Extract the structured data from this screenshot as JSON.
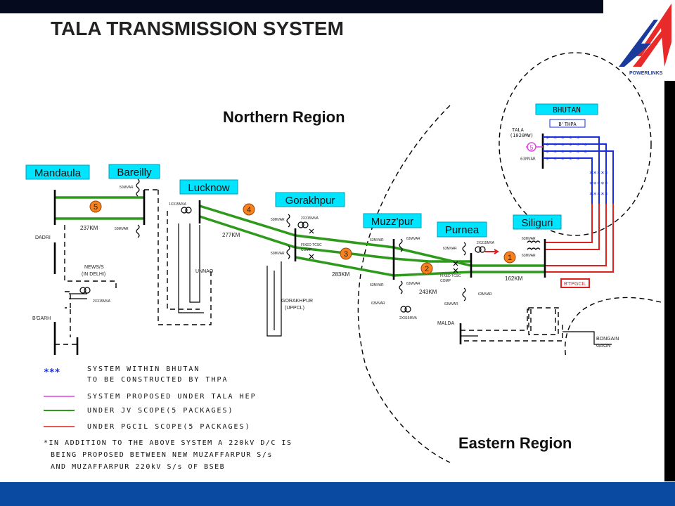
{
  "title": "TALA TRANSMISSION SYSTEM",
  "regions": {
    "northern": "Northern Region",
    "eastern": "Eastern Region"
  },
  "logo_text": "POWERLINKS",
  "substations": {
    "mandaula": "Mandaula",
    "bareilly": "Bareilly",
    "lucknow": "Lucknow",
    "gorakhpur": "Gorakhpur",
    "muzzpur": "Muzz'pur",
    "purnea": "Purnea",
    "siliguri": "Siliguri",
    "bhutan": "BHUTAN"
  },
  "packages": [
    "1",
    "2",
    "3",
    "4",
    "5"
  ],
  "tala_package": "5",
  "small_labels": {
    "dadri": "DADRI",
    "news": "NEWS/S",
    "indelhi": "(IN DELHI)",
    "bgarh": "B'GARH",
    "unnao": "UNNAO",
    "gorakhpur_uppcl_1": "GORAKHPUR",
    "gorakhpur_uppcl_2": "(UPPCL)",
    "malda": "MALDA",
    "bongaigaon_1": "BONGAIN",
    "bongaigaon_2": "GAON",
    "btpgcil": "B'TPGCIL",
    "bithpa": "B'THPA",
    "tala_1": "TALA",
    "tala_2": "(1020MW)"
  },
  "distances": {
    "d1": "237KM",
    "d2": "277KM",
    "d3": "283KM",
    "d4": "243KM",
    "d5": "162KM"
  },
  "equipment": {
    "mvar_50": "50MVAR",
    "mvar_63": "63MVAR",
    "mva_315": "1X315MVA",
    "mva_2x315": "2X315MVA",
    "tcsc": "FIXED TCSC",
    "comp": "COMP"
  },
  "legend": {
    "blue_line1": "SYSTEM WITHIN BHUTAN",
    "blue_line2": "TO BE CONSTRUCTED BY THPA",
    "pink": "SYSTEM PROPOSED UNDER TALA HEP",
    "green": "UNDER JV SCOPE(5 PACKAGES)",
    "red": "UNDER PGCIL SCOPE(5 PACKAGES)",
    "note1": "*IN ADDITION TO THE ABOVE SYSTEM A 220kV D/C IS",
    "note2": "BEING PROPOSED BETWEEN NEW MUZAFFARPUR S/s",
    "note3": "AND MUZAFFARPUR 220kV S/s OF BSEB"
  },
  "colors": {
    "jv_green": "#2e9a1c",
    "pgcil_red": "#e0221e",
    "thpa_blue": "#1a2ee0",
    "tala_pink": "#e040e0",
    "label_cyan": "#00e5ff",
    "package_orange": "#f58220",
    "bottom_bar": "#0a4aa0"
  }
}
